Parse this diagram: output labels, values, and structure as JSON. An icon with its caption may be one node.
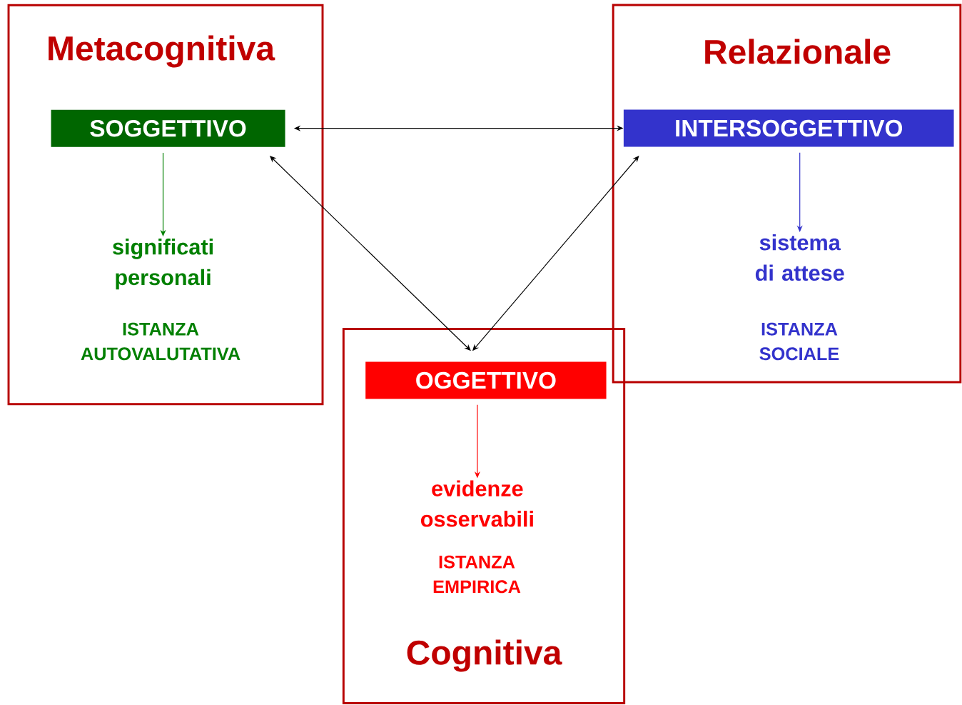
{
  "diagram": {
    "nodes": [
      {
        "text": [
          "Metacognitiva",
          "ISTANZA AUTOVALUTATIVA"
        ]
      },
      {
        "text": [
          "SOGGETTIVO"
        ],
        "in": 0
      },
      {
        "text": [
          "significati personali"
        ],
        "in": 0
      },
      {
        "text": [
          "Relazionale",
          "ISTANZA SOCIALE"
        ]
      },
      {
        "text": [
          "INTERSOGGETTIVO"
        ],
        "in": 3
      },
      {
        "text": [
          "sistema di attese"
        ],
        "in": 3
      },
      {
        "text": [
          "ISTANZA EMPIRICA",
          "Cognitiva"
        ]
      },
      {
        "text": [
          "OGGETTIVO"
        ],
        "in": 6
      },
      {
        "text": [
          "evidenze osservabili"
        ],
        "in": 6
      }
    ],
    "edges": [
      {
        "from": 1,
        "to": 4,
        "arrow": "both"
      },
      {
        "from": 1,
        "to": 7,
        "arrow": "both"
      },
      {
        "from": 4,
        "to": 7,
        "arrow": "both"
      },
      {
        "from": 1,
        "to": 2,
        "arrow": "to",
        "color": "#008000"
      },
      {
        "from": 4,
        "to": 5,
        "arrow": "to",
        "color": "#3333cc"
      },
      {
        "from": 7,
        "to": 8,
        "arrow": "to",
        "color": "#ff0000"
      }
    ]
  }
}
